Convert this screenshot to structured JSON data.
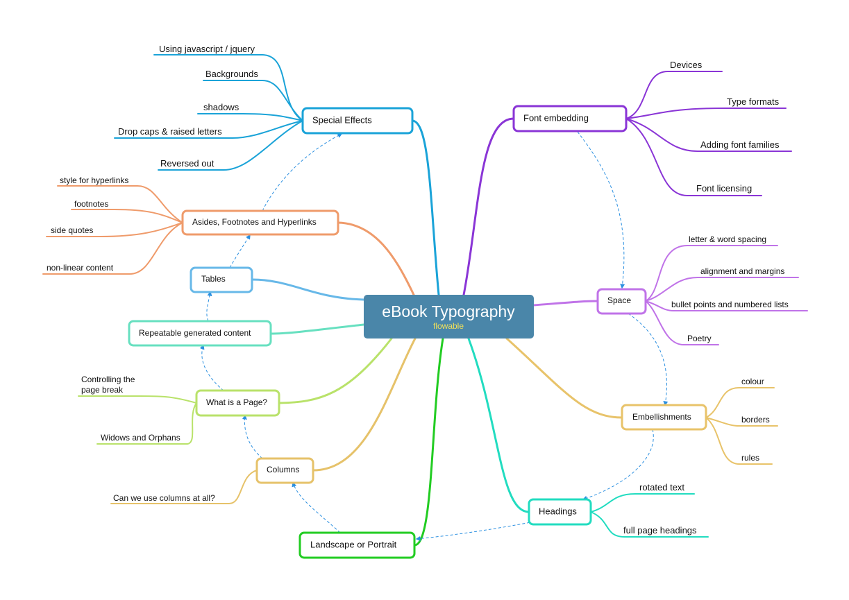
{
  "central": {
    "title": "eBook Typography",
    "subtitle": "flowable",
    "color": "#4a86a9"
  },
  "topics": {
    "special_effects": {
      "label": "Special Effects",
      "color": "#1aa3d8",
      "leaves": [
        "Using javascript / jquery",
        "Backgrounds",
        "shadows",
        "Drop caps & raised letters",
        "Reversed out"
      ]
    },
    "asides": {
      "label": "Asides, Footnotes and Hyperlinks",
      "color": "#ef9b6b",
      "leaves": [
        "style for hyperlinks",
        "footnotes",
        "side quotes",
        "non-linear content"
      ]
    },
    "tables": {
      "label": "Tables",
      "color": "#67b8e8",
      "leaves": []
    },
    "repeatable": {
      "label": "Repeatable generated content",
      "color": "#67e0c0",
      "leaves": []
    },
    "what_is_page": {
      "label": "What is a Page?",
      "color": "#b9e26a",
      "leaves": [
        "Controlling the",
        "page break",
        "Widows and Orphans"
      ]
    },
    "columns": {
      "label": "Columns",
      "color": "#e6c26a",
      "leaves": [
        "Can we use columns at all?"
      ]
    },
    "landscape": {
      "label": "Landscape or Portrait",
      "color": "#22cc22",
      "leaves": []
    },
    "font_embedding": {
      "label": "Font embedding",
      "color": "#8a35d6",
      "leaves": [
        "Devices",
        "Type formats",
        "Adding font families",
        "Font licensing"
      ]
    },
    "space": {
      "label": "Space",
      "color": "#c073e8",
      "leaves": [
        "letter & word spacing",
        "alignment and margins",
        "bullet points and numbered lists",
        "Poetry"
      ]
    },
    "embellishments": {
      "label": "Embellishments",
      "color": "#e8c36a",
      "leaves": [
        "colour",
        "borders",
        "rules"
      ]
    },
    "headings": {
      "label": "Headings",
      "color": "#22dcc0",
      "leaves": [
        "rotated text",
        "full page headings"
      ]
    }
  },
  "relation_color": "#2a8fe0"
}
